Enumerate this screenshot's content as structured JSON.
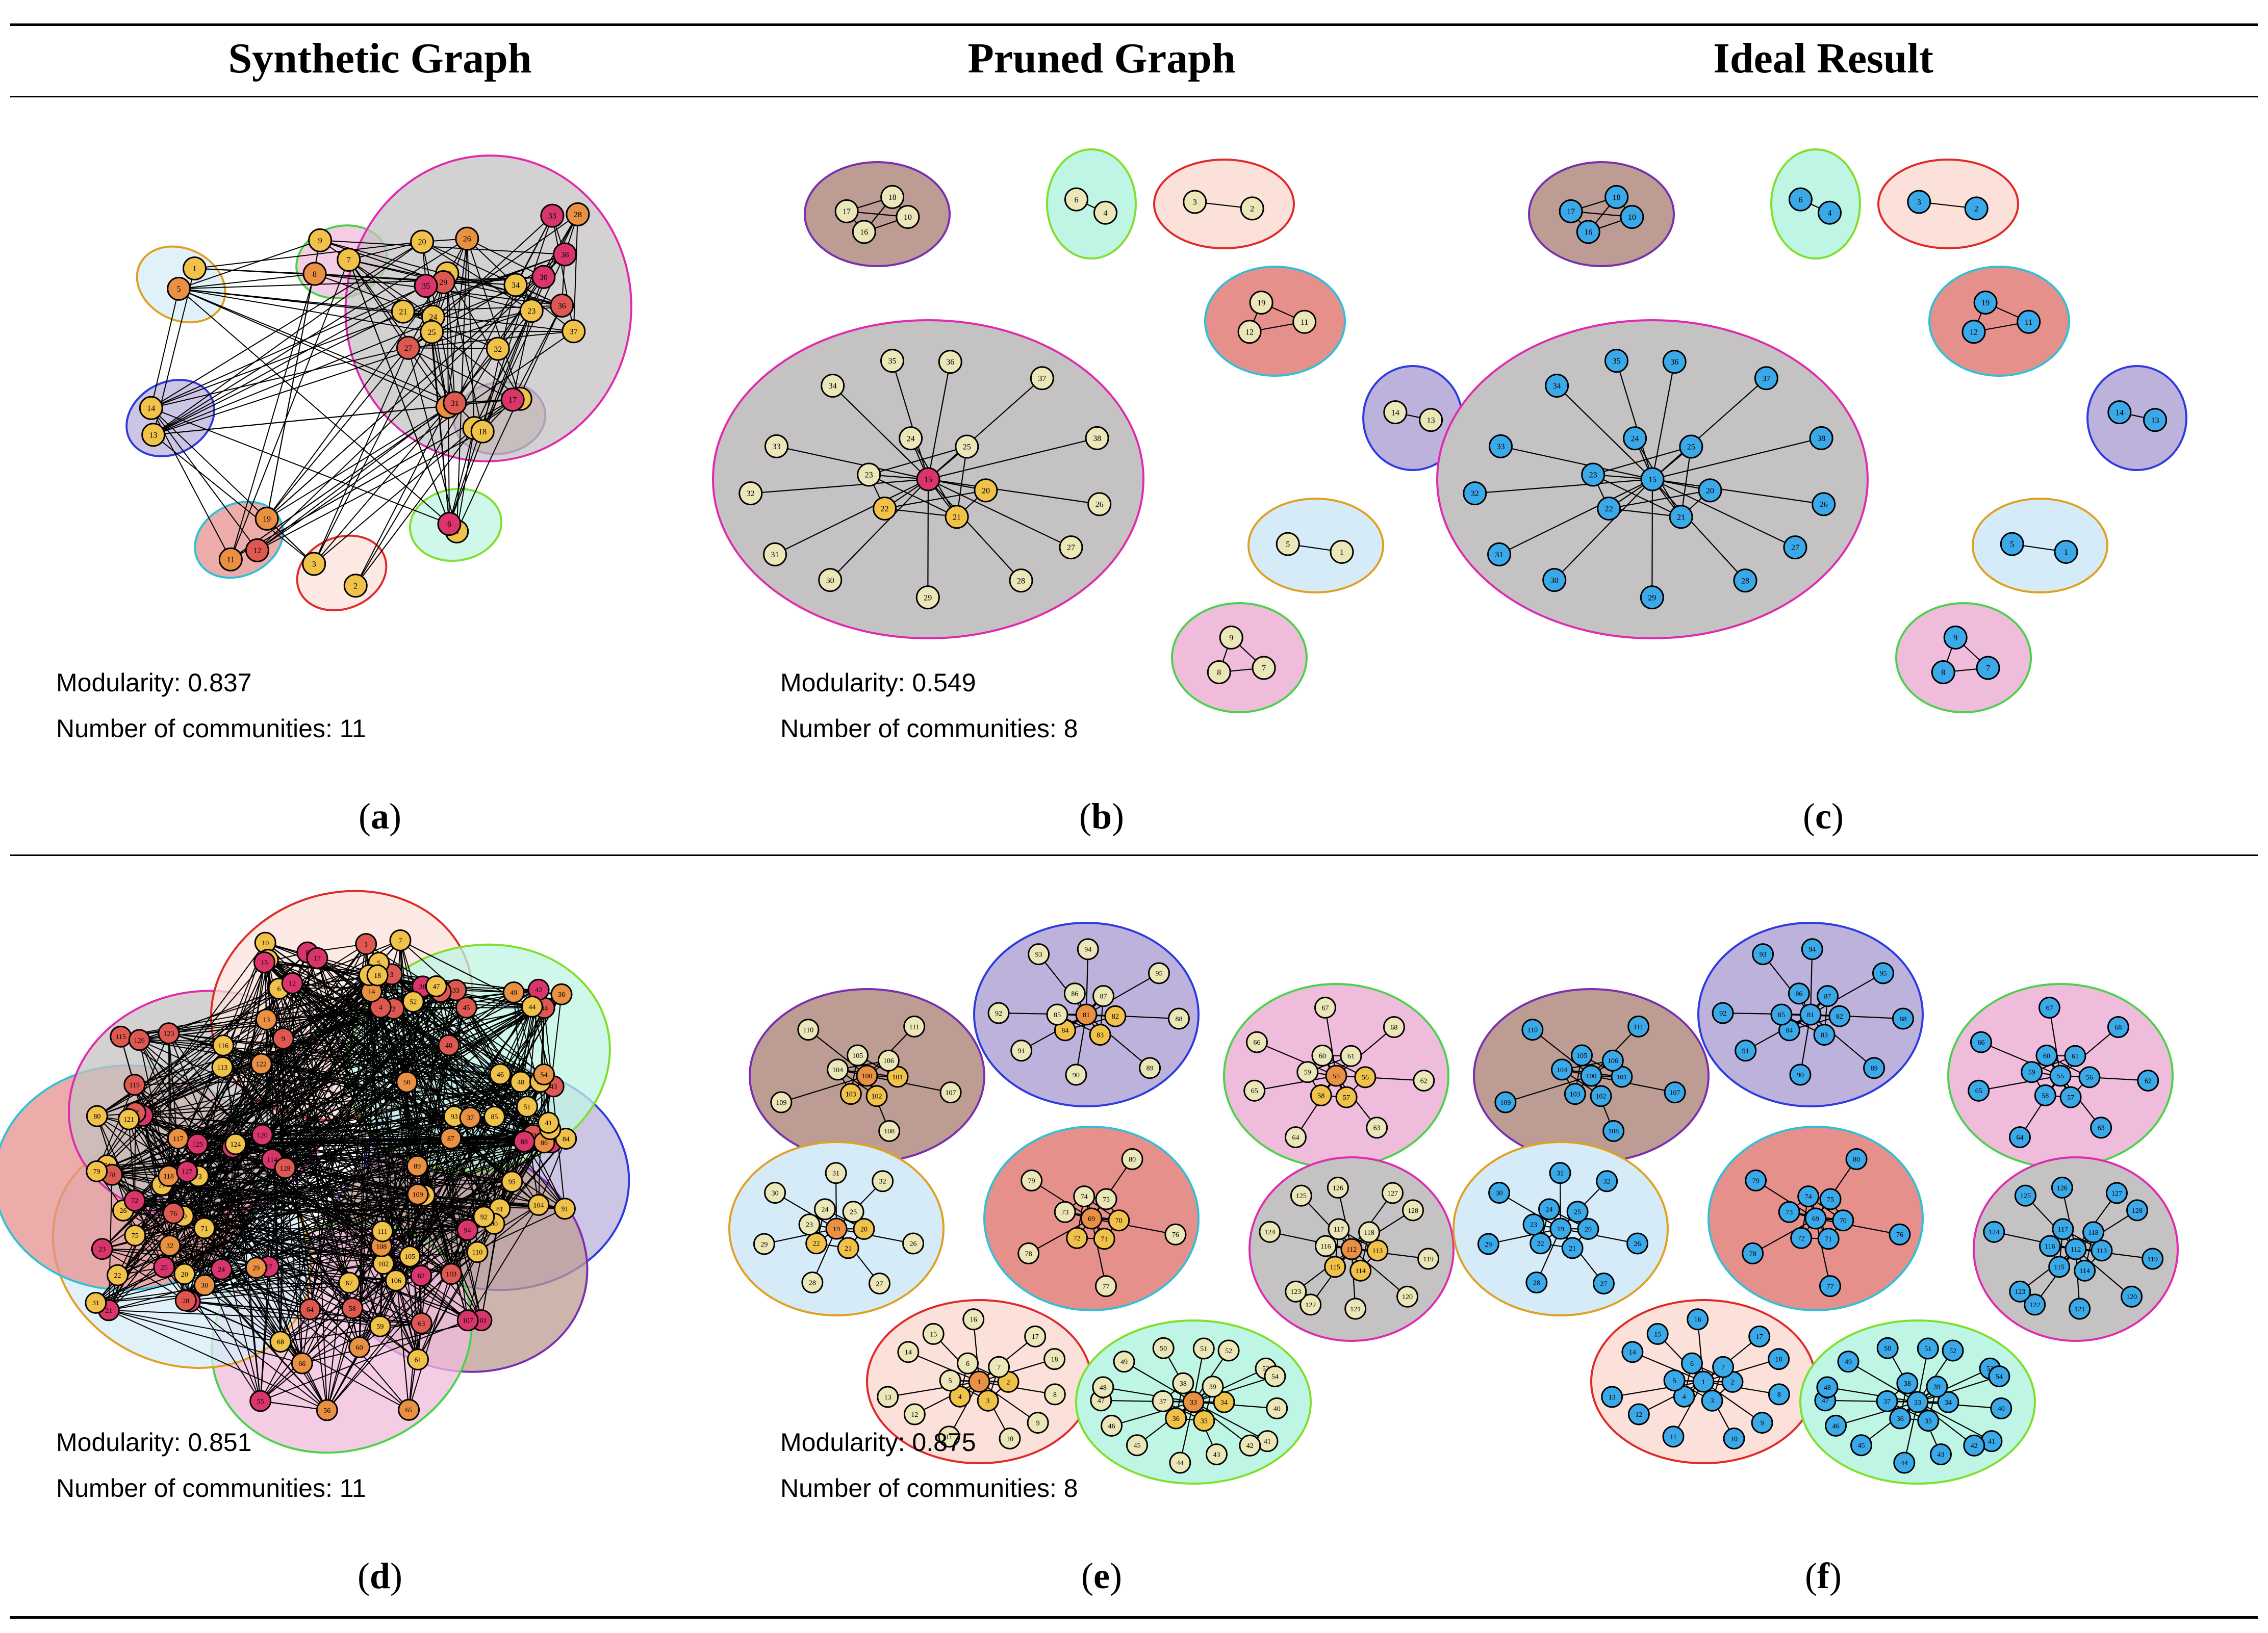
{
  "headers": [
    "Synthetic Graph",
    "Pruned Graph",
    "Ideal Result"
  ],
  "colors": {
    "brown": "#bc9c93",
    "red_hull": "#e6908c",
    "grey": "#c4c2c2",
    "pink": "#f0bcdc",
    "mint": "#bff5e4",
    "peach": "#fbe1d9",
    "lavender": "#bcb2db",
    "lightblue": "#d5ecf8",
    "node_pale": "#ece7b8",
    "node_yellow": "#f0c24a",
    "node_orange": "#e99042",
    "node_red": "#de5852",
    "node_magenta": "#d9356a",
    "node_blue": "#3ba8e8"
  },
  "panels": [
    {
      "caption": "a",
      "stats": {
        "modularity": "Modularity: 0.837",
        "communities": "Number of communities: 11"
      }
    },
    {
      "caption": "b",
      "stats": {
        "modularity": "Modularity: 0.549",
        "communities": "Number of communities: 8"
      }
    },
    {
      "caption": "c",
      "stats": null
    },
    {
      "caption": "d",
      "stats": {
        "modularity": "Modularity: 0.851",
        "communities": "Number of communities: 11"
      }
    },
    {
      "caption": "e",
      "stats": {
        "modularity": "Modularity: 0.875",
        "communities": "Number of communities: 8"
      }
    },
    {
      "caption": "f",
      "stats": null
    }
  ],
  "clusters_top": [
    {
      "name": "brown",
      "hull": "brown",
      "stroke": "#7a2fb0",
      "labels": [
        "10",
        "16",
        "17",
        "18"
      ]
    },
    {
      "name": "mint",
      "hull": "mint",
      "stroke": "#7ee02a",
      "labels": [
        "4",
        "6"
      ]
    },
    {
      "name": "peach",
      "hull": "peach",
      "stroke": "#e02a2a",
      "labels": [
        "2",
        "3"
      ]
    },
    {
      "name": "red",
      "hull": "red_hull",
      "stroke": "#2fc0d8",
      "labels": [
        "11",
        "12",
        "19"
      ]
    },
    {
      "name": "lavender",
      "hull": "lavender",
      "stroke": "#2f3ae0",
      "labels": [
        "13",
        "14"
      ]
    },
    {
      "name": "lightblue",
      "hull": "lightblue",
      "stroke": "#e0a020",
      "labels": [
        "1",
        "5"
      ]
    },
    {
      "name": "pink",
      "hull": "pink",
      "stroke": "#4ad24a",
      "labels": [
        "7",
        "8",
        "9"
      ]
    },
    {
      "name": "grey",
      "hull": "grey",
      "stroke": "#e02ab0",
      "labels": [
        "15",
        "20",
        "21",
        "22",
        "23",
        "24",
        "25",
        "26",
        "27",
        "28",
        "29",
        "30",
        "31",
        "32",
        "33",
        "34",
        "35",
        "36",
        "37",
        "38"
      ]
    }
  ],
  "clusters_bottom": [
    {
      "name": "lavender",
      "hull": "lavender",
      "stroke": "#2f3ae0",
      "labels": [
        "81",
        "82",
        "83",
        "84",
        "85",
        "86",
        "87",
        "88",
        "89",
        "90",
        "91",
        "92",
        "93",
        "94",
        "95"
      ]
    },
    {
      "name": "brown",
      "hull": "brown",
      "stroke": "#7a2fb0",
      "labels": [
        "100",
        "101",
        "102",
        "103",
        "104",
        "105",
        "106",
        "107",
        "108",
        "109",
        "110",
        "111"
      ]
    },
    {
      "name": "pink",
      "hull": "pink",
      "stroke": "#4ad24a",
      "labels": [
        "55",
        "56",
        "57",
        "58",
        "59",
        "60",
        "61",
        "62",
        "63",
        "64",
        "65",
        "66",
        "67",
        "68"
      ]
    },
    {
      "name": "lightblue",
      "hull": "lightblue",
      "stroke": "#e0a020",
      "labels": [
        "19",
        "20",
        "21",
        "22",
        "23",
        "24",
        "25",
        "26",
        "27",
        "28",
        "29",
        "30",
        "31",
        "32"
      ]
    },
    {
      "name": "red",
      "hull": "red_hull",
      "stroke": "#2fc0d8",
      "labels": [
        "69",
        "70",
        "71",
        "72",
        "73",
        "74",
        "75",
        "76",
        "77",
        "78",
        "79",
        "80"
      ]
    },
    {
      "name": "grey",
      "hull": "grey",
      "stroke": "#e02ab0",
      "labels": [
        "112",
        "113",
        "114",
        "115",
        "116",
        "117",
        "118",
        "119",
        "120",
        "121",
        "122",
        "123",
        "124",
        "125",
        "126",
        "127",
        "128"
      ]
    },
    {
      "name": "peach",
      "hull": "peach",
      "stroke": "#e02a2a",
      "labels": [
        "1",
        "2",
        "3",
        "4",
        "5",
        "6",
        "7",
        "8",
        "9",
        "10",
        "11",
        "12",
        "13",
        "14",
        "15",
        "16",
        "17",
        "18"
      ]
    },
    {
      "name": "mint",
      "hull": "mint",
      "stroke": "#7ee02a",
      "labels": [
        "33",
        "34",
        "35",
        "36",
        "37",
        "38",
        "39",
        "40",
        "41",
        "42",
        "43",
        "44",
        "45",
        "46",
        "47",
        "48",
        "49",
        "50",
        "51",
        "52",
        "53",
        "54"
      ]
    }
  ]
}
